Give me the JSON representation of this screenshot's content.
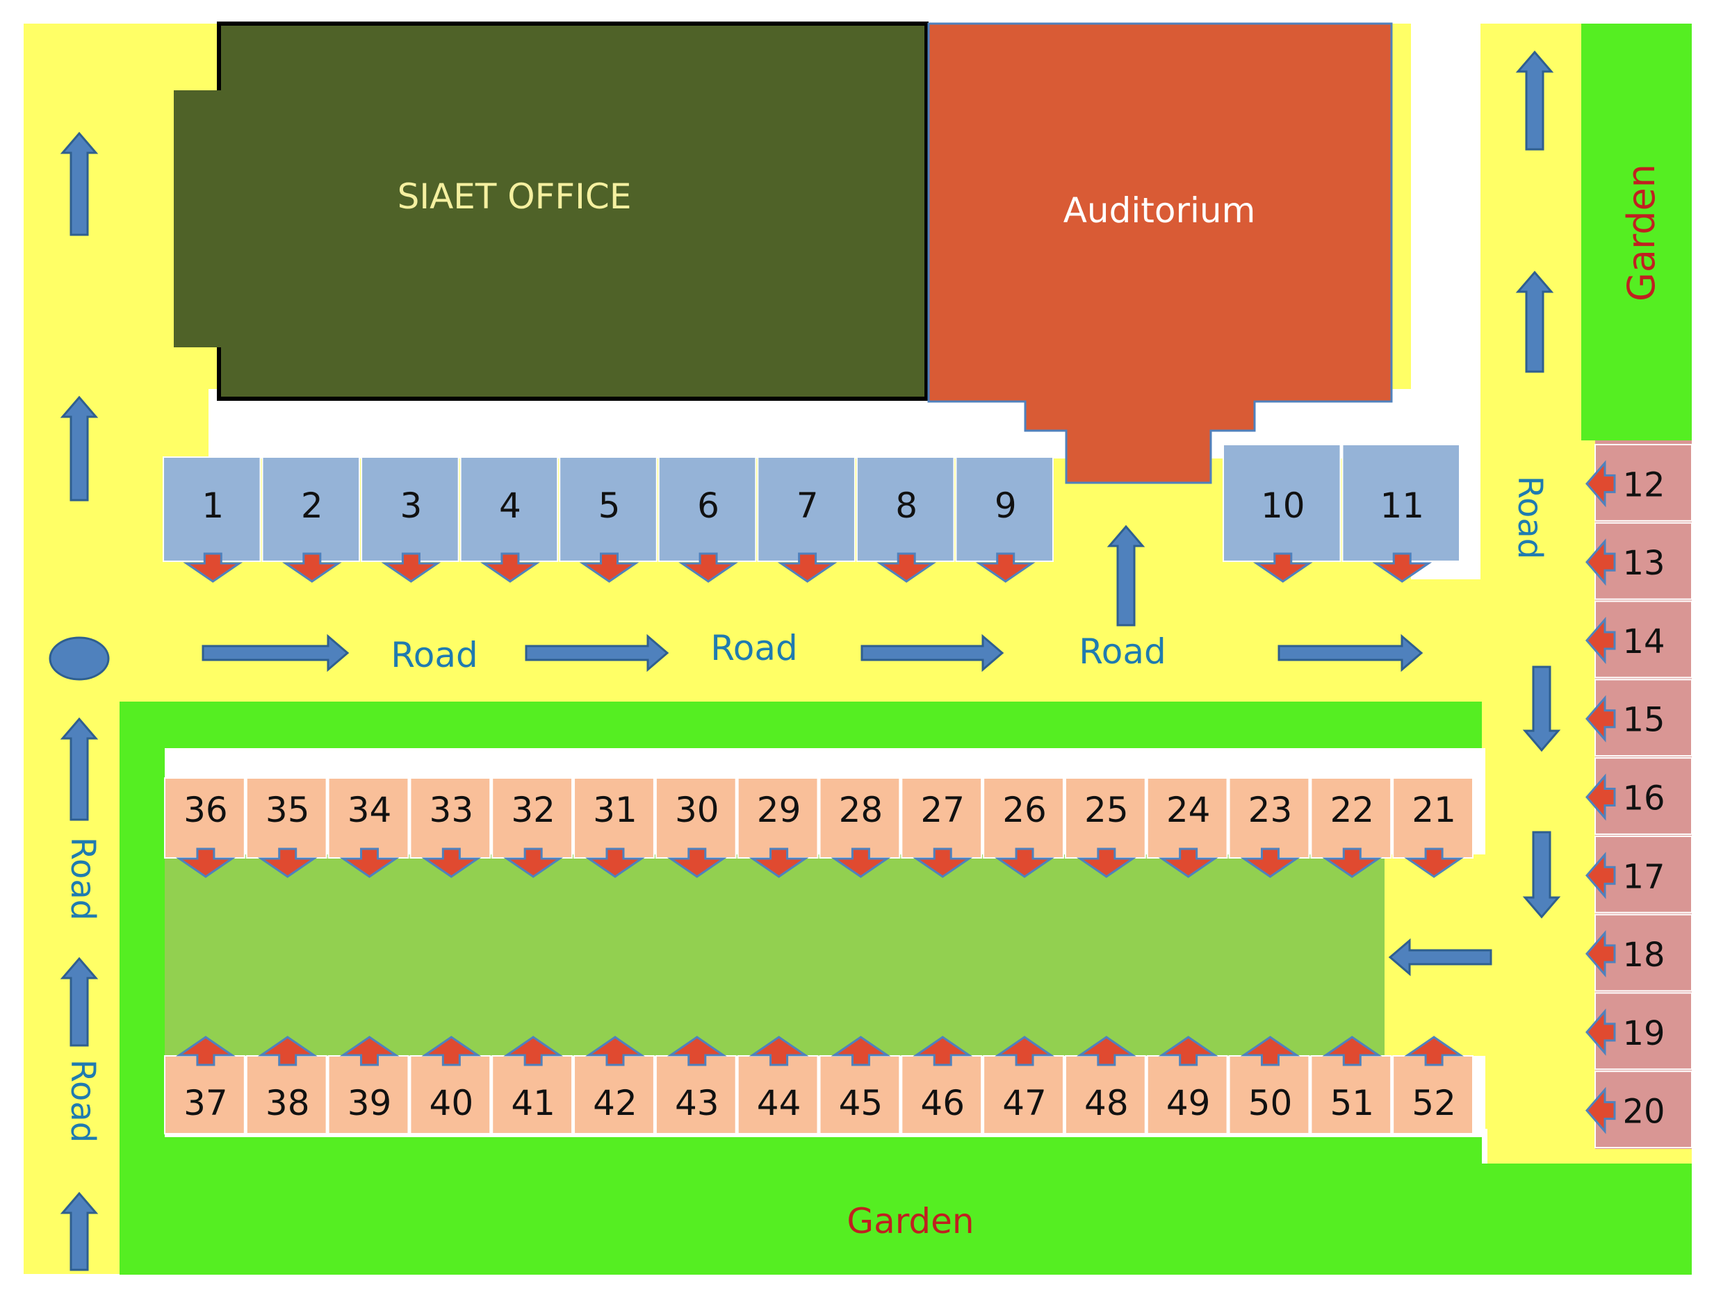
{
  "buildings": {
    "office": "SIAET OFFICE",
    "auditorium": "Auditorium"
  },
  "labels": {
    "road": "Road",
    "garden": "Garden"
  },
  "stalls": {
    "top_row": [
      "1",
      "2",
      "3",
      "4",
      "5",
      "6",
      "7",
      "8",
      "9"
    ],
    "top_right": [
      "10",
      "11"
    ],
    "right_column": [
      "12",
      "13",
      "14",
      "15",
      "16",
      "17",
      "18",
      "19",
      "20"
    ],
    "middle_row": [
      "36",
      "35",
      "34",
      "33",
      "32",
      "31",
      "30",
      "29",
      "28",
      "27",
      "26",
      "25",
      "24",
      "23",
      "22",
      "21"
    ],
    "bottom_row": [
      "37",
      "38",
      "39",
      "40",
      "41",
      "42",
      "43",
      "44",
      "45",
      "46",
      "47",
      "48",
      "49",
      "50",
      "51",
      "52"
    ]
  },
  "colors": {
    "road": "#ffff66",
    "garden": "#55ee22",
    "inner_lawn": "#92d050",
    "office": "#4f6228",
    "auditorium": "#d95b35",
    "stall_blue": "#95b3d7",
    "stall_orange": "#f9bf99",
    "stall_pink": "#d99694",
    "arrow_blue": "#4f81bd",
    "arrow_red": "#e04a30",
    "road_text": "#1f7bb0",
    "garden_text": "#c02020"
  }
}
